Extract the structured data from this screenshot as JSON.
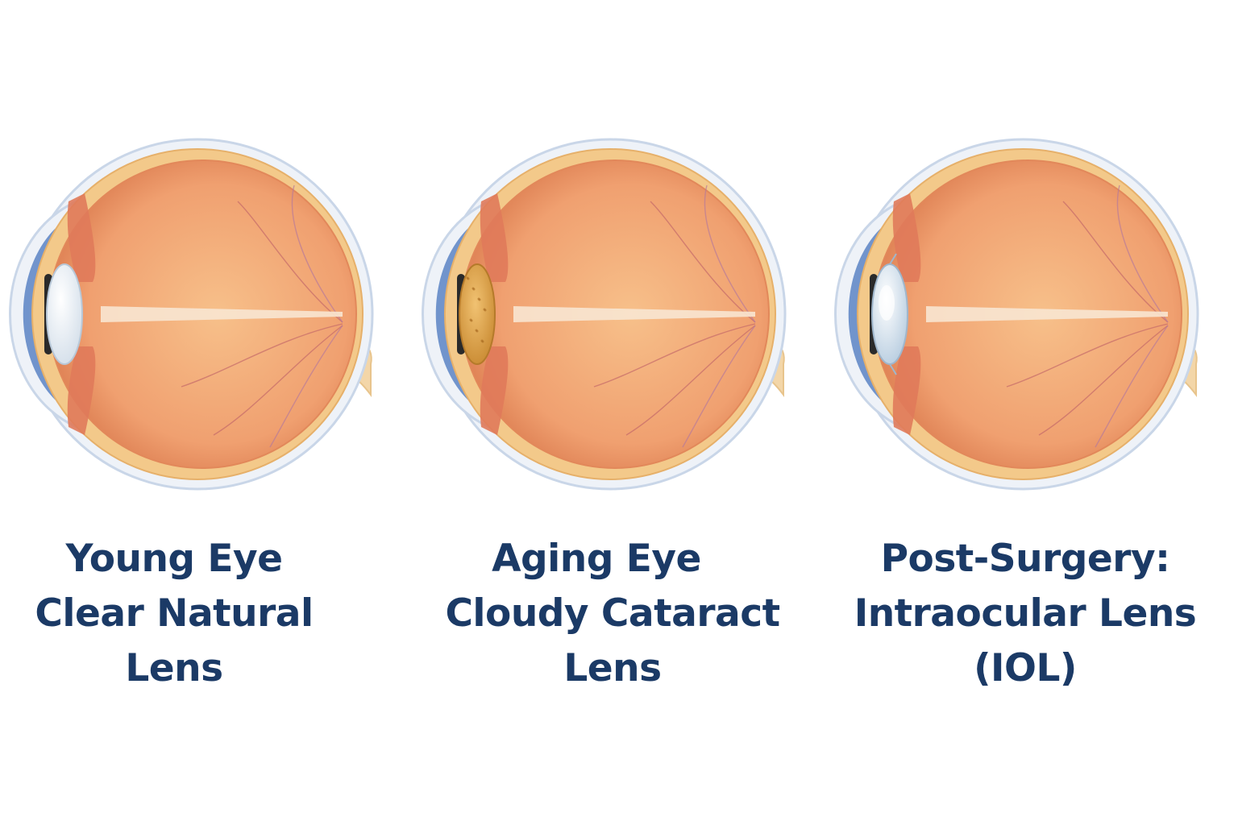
{
  "panels": [
    {
      "id": "young",
      "lens_type": "clear-natural",
      "caption_lines": [
        "Young Eye",
        "Clear Natural",
        "Lens"
      ]
    },
    {
      "id": "aging",
      "lens_type": "cataract",
      "caption_lines": [
        "Aging Eye",
        "Cloudy Cataract",
        "Lens"
      ]
    },
    {
      "id": "post-surgery",
      "lens_type": "intraocular",
      "caption_lines": [
        "Post-Surgery:",
        "Intraocular Lens",
        "(IOL)"
      ]
    }
  ],
  "colors": {
    "caption_text": "#1b3a66",
    "sclera_outline": "#c9d6e8",
    "vitreous": "#f0a070",
    "cornea_blue": "#5a84c4",
    "clear_lens": "#e6eef6",
    "cataract_lens": "#e0a64a",
    "iol_lens": "#d6e4f0"
  }
}
